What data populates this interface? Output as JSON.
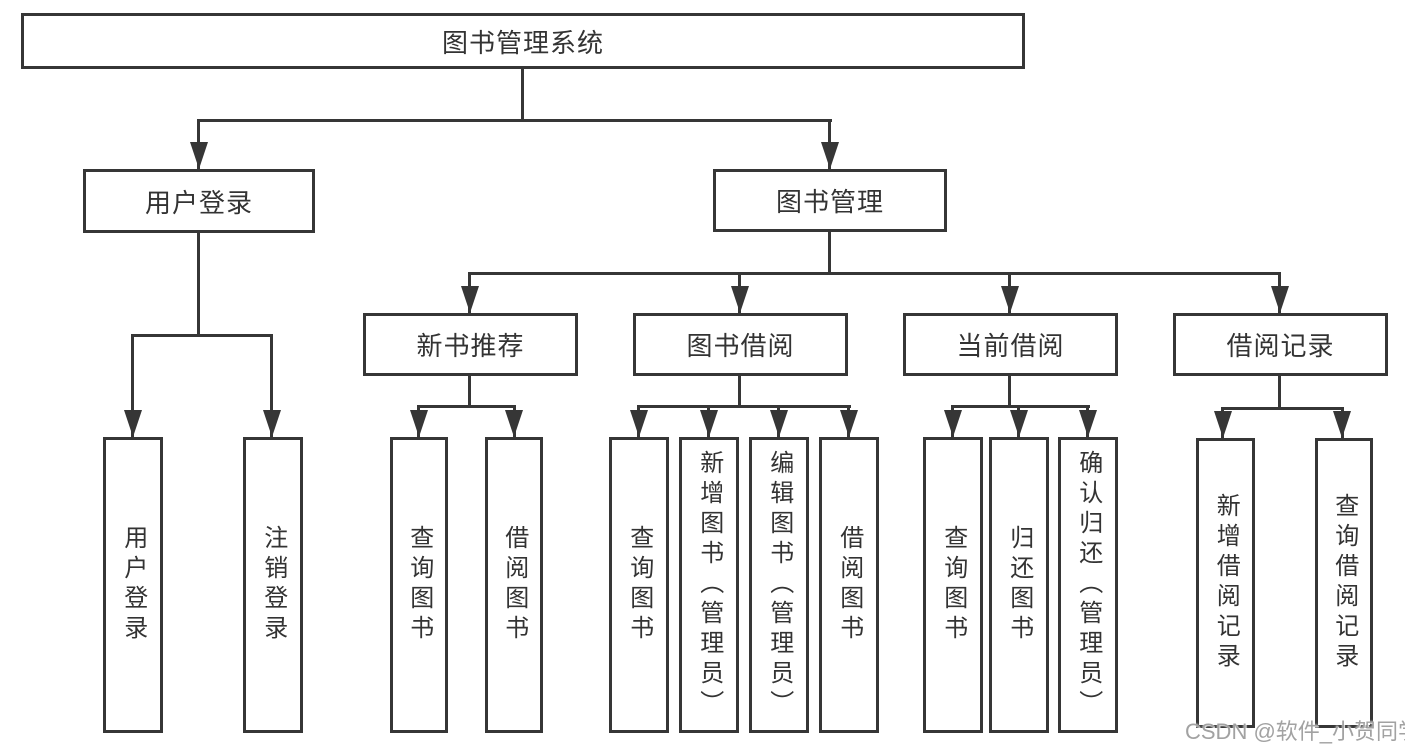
{
  "colors": {
    "line": "#363636",
    "text": "#333333",
    "background": "#ffffff",
    "watermark": "#a2a2a2"
  },
  "tree": {
    "root": {
      "label": "图书管理系统",
      "children": [
        {
          "label": "用户登录",
          "children": [
            {
              "label": "用户登录"
            },
            {
              "label": "注销登录"
            }
          ]
        },
        {
          "label": "图书管理",
          "children": [
            {
              "label": "新书推荐",
              "children": [
                {
                  "label": "查询图书"
                },
                {
                  "label": "借阅图书"
                }
              ]
            },
            {
              "label": "图书借阅",
              "children": [
                {
                  "label": "查询图书"
                },
                {
                  "label": "新增图书（管理员）"
                },
                {
                  "label": "编辑图书（管理员）"
                },
                {
                  "label": "借阅图书"
                }
              ]
            },
            {
              "label": "当前借阅",
              "children": [
                {
                  "label": "查询图书"
                },
                {
                  "label": "归还图书"
                },
                {
                  "label": "确认归还（管理员）"
                }
              ]
            },
            {
              "label": "借阅记录",
              "children": [
                {
                  "label": "新增借阅记录"
                },
                {
                  "label": "查询借阅记录"
                }
              ]
            }
          ]
        }
      ]
    }
  },
  "watermark": {
    "text": "CSDN @软件_小贺同学"
  }
}
